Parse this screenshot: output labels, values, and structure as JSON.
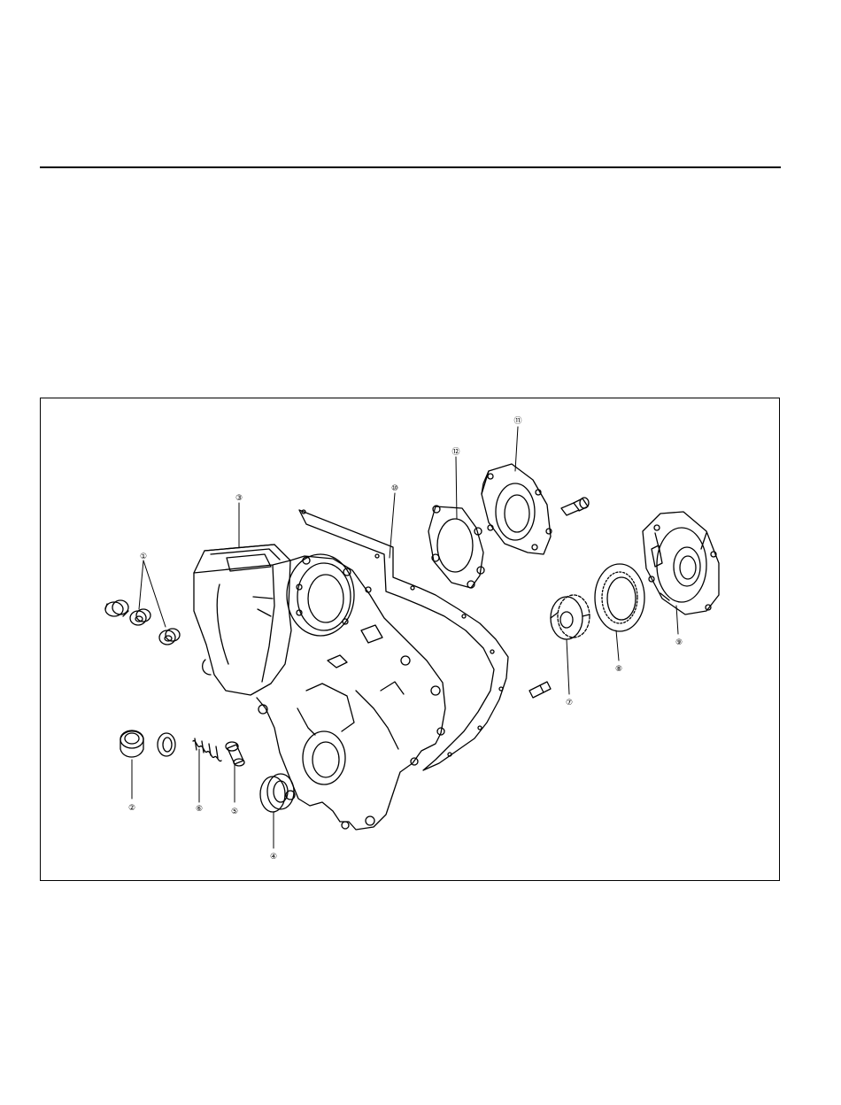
{
  "colors": {
    "ink": "#000000",
    "paper": "#ffffff"
  },
  "diagram": {
    "type": "exploded-parts-view",
    "callouts": [
      {
        "id": "c1",
        "label": "①"
      },
      {
        "id": "c2",
        "label": "②"
      },
      {
        "id": "c3",
        "label": "③"
      },
      {
        "id": "c4",
        "label": "④"
      },
      {
        "id": "c5",
        "label": "⑤"
      },
      {
        "id": "c6",
        "label": "⑥"
      },
      {
        "id": "c7",
        "label": "⑦"
      },
      {
        "id": "c8",
        "label": "⑧"
      },
      {
        "id": "c9",
        "label": "⑨"
      },
      {
        "id": "c10",
        "label": "⑩"
      },
      {
        "id": "c11",
        "label": "⑪"
      },
      {
        "id": "c12",
        "label": "⑫"
      }
    ]
  }
}
